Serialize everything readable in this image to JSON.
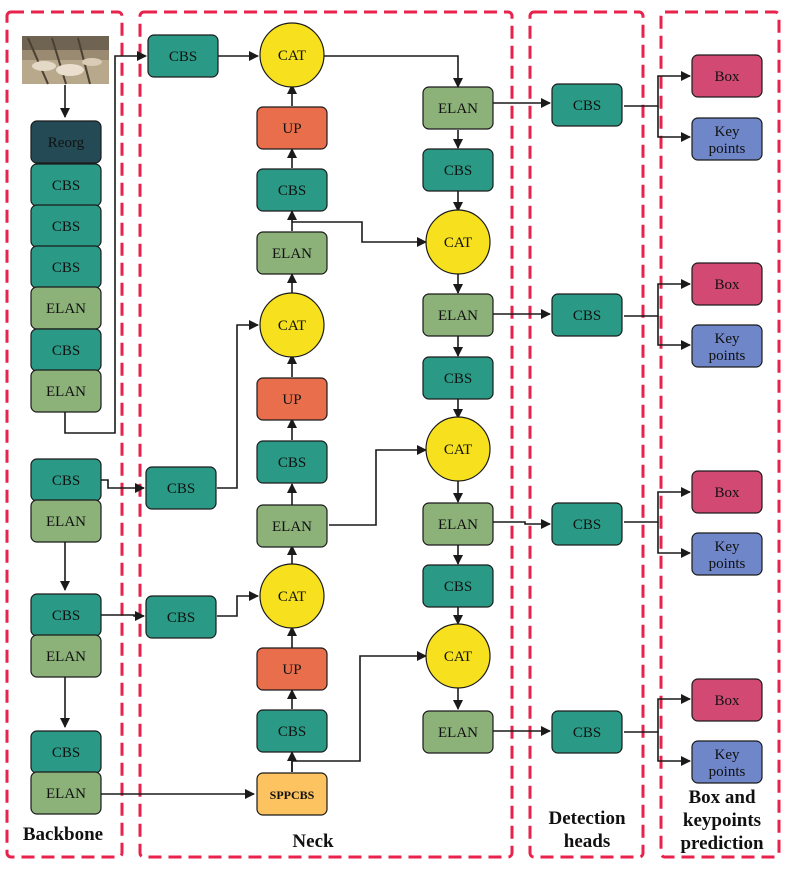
{
  "colors": {
    "dash_border": "#e8224b",
    "cbs": "#2a9a86",
    "elan": "#8cb27a",
    "reorg": "#244b55",
    "up": "#e96e4c",
    "cat": "#f7e11e",
    "sppcbs": "#fdc360",
    "box": "#d24a73",
    "keypoints": "#6f86c9",
    "stroke": "#1a1a1a"
  },
  "labels": {
    "cbs": "CBS",
    "elan": "ELAN",
    "reorg": "Reorg",
    "up": "UP",
    "cat": "CAT",
    "sppcbs": "SPPCBS",
    "box": "Box",
    "key_line1": "Key",
    "key_line2": "points"
  },
  "sections": {
    "backbone": "Backbone",
    "neck": "Neck",
    "detection_line1": "Detection",
    "detection_line2": "heads",
    "prediction_line1": "Box and",
    "prediction_line2": "keypoints",
    "prediction_line3": "prediction"
  },
  "input_image": "pig-pen-photo"
}
